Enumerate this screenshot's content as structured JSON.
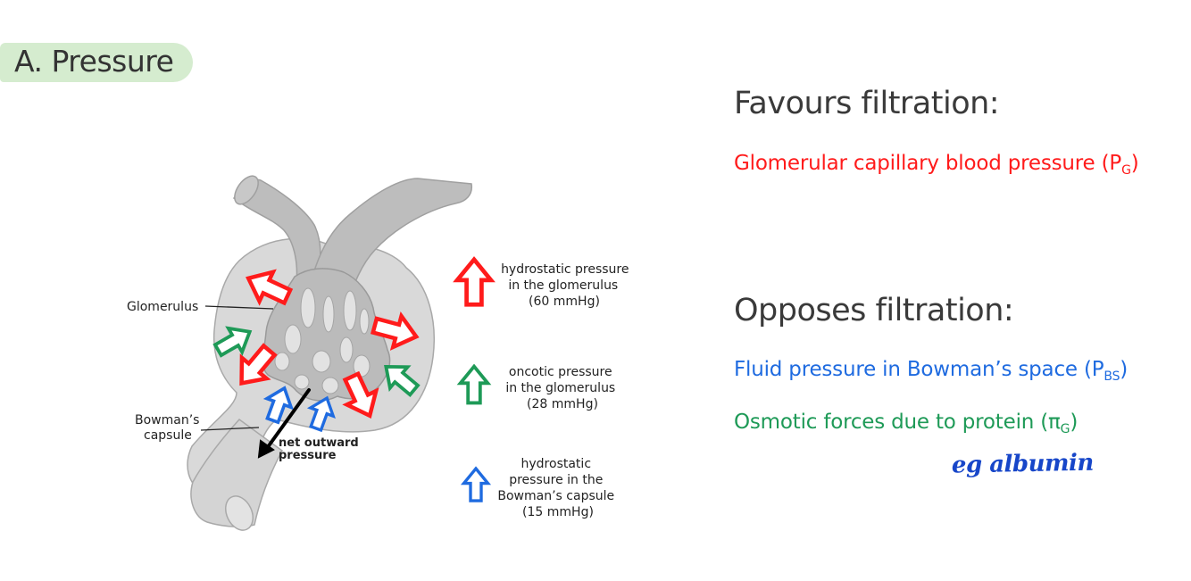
{
  "section_title": "A. Pressure",
  "favours": {
    "heading": "Favours filtration:",
    "item1": {
      "text": "Glomerular capillary blood pressure (P",
      "sub": "G",
      "close": ")",
      "color": "#ff1b1b"
    }
  },
  "opposes": {
    "heading": "Opposes filtration:",
    "item1": {
      "text": "Fluid pressure in Bowman’s space (P",
      "sub": "BS",
      "close": ")",
      "color": "#1f6be0"
    },
    "item2": {
      "text": "Osmotic forces due to protein (π",
      "sub": "G",
      "close": ")",
      "color": "#1e9a57"
    }
  },
  "handwritten_note": "eg albumin",
  "diagram": {
    "labels": {
      "glomerulus": "Glomerulus",
      "bowmans_line1": "Bowman’s",
      "bowmans_line2": "capsule",
      "net_line1": "net outward",
      "net_line2": "pressure"
    },
    "legend": {
      "hydrostatic_glom": [
        "hydrostatic pressure",
        "in the glomerulus",
        "(60 mmHg)"
      ],
      "oncotic_glom": [
        "oncotic pressure",
        "in the glomerulus",
        "(28 mmHg)"
      ],
      "hydrostatic_bowman": [
        "hydrostatic",
        "pressure in the",
        "Bowman’s capsule",
        "(15 mmHg)"
      ]
    },
    "colors": {
      "red": "#ff1b1b",
      "green": "#1e9a57",
      "blue": "#1f6be0",
      "tissue": "#c9c9c9"
    }
  }
}
